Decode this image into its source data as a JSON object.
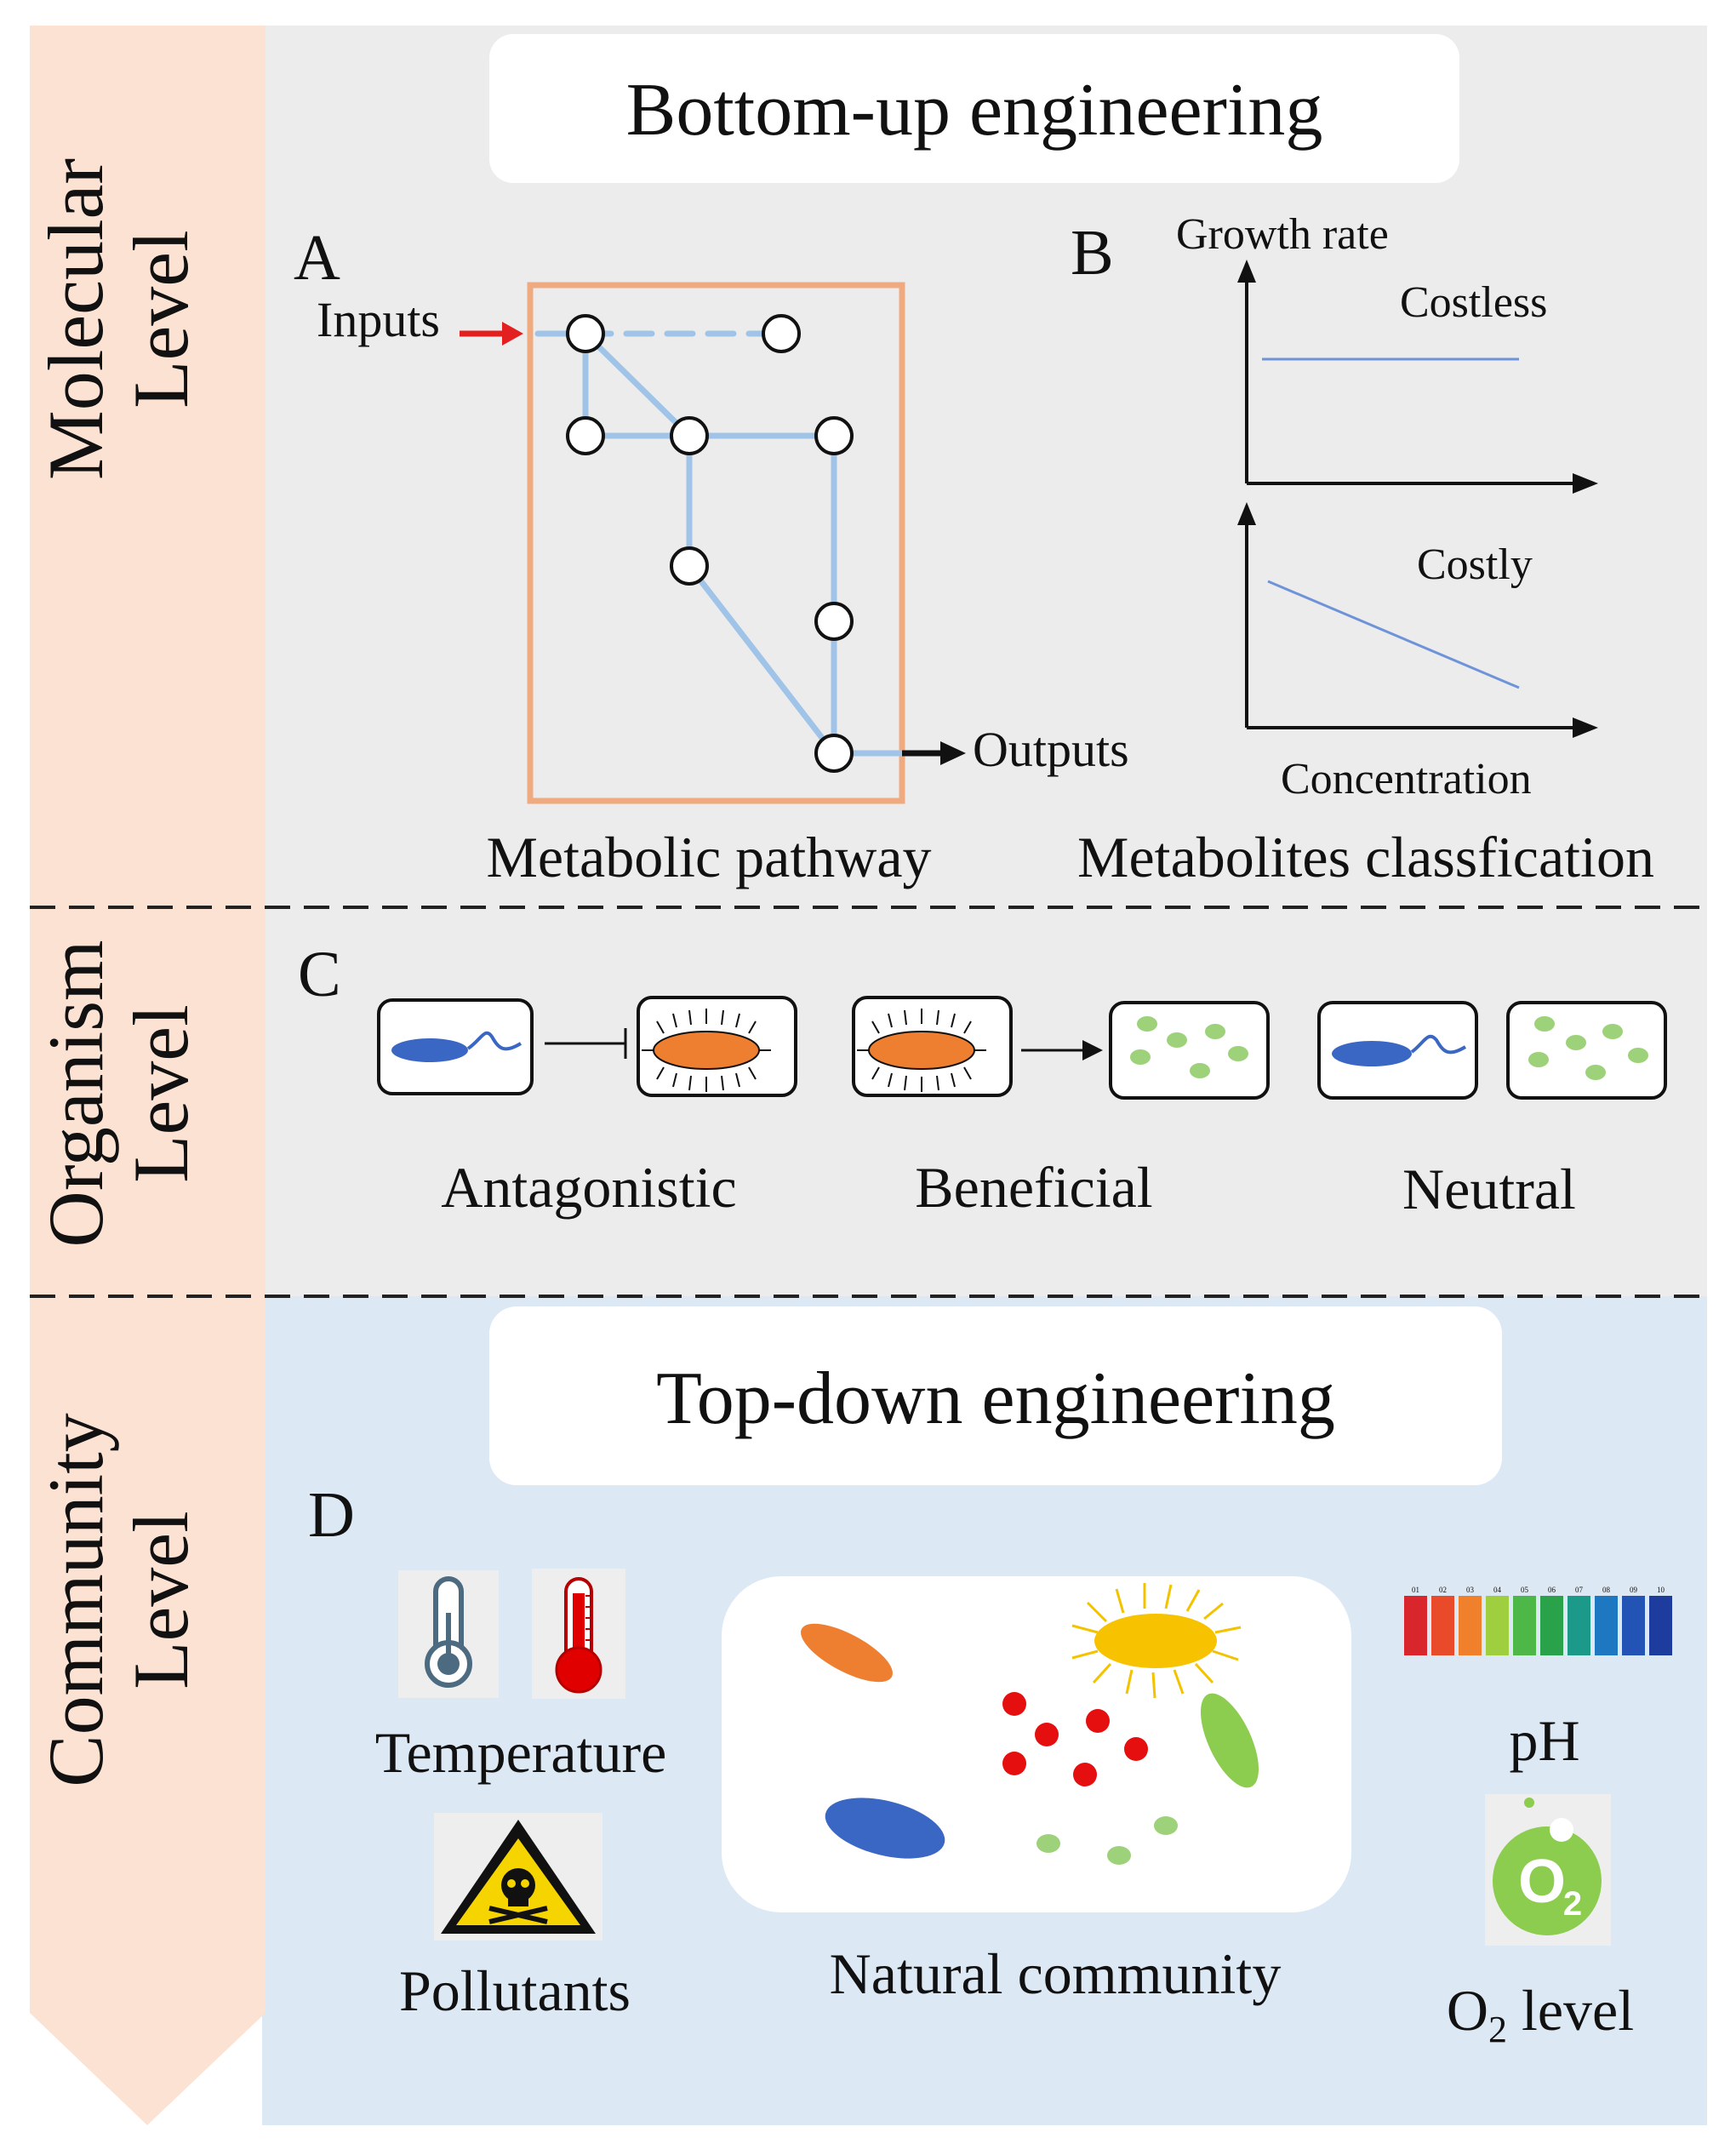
{
  "colors": {
    "left_band": "#fbe2d3",
    "upper_panel": "#ececec",
    "lower_panel": "#dce8f4",
    "pathway_box": "#f0aa80",
    "pathway_edges": "#9fc4e8",
    "inputs_arrow": "#e32020",
    "curve_line": "#6f93d9",
    "bacterium_blue": "#3a67c4",
    "bacterium_orange": "#ee7f31",
    "green_cell": "#9ed27a",
    "red_dot": "#e50f0f",
    "yellow_cell": "#f7c300",
    "leaf_green": "#8ccc4e"
  },
  "levels": {
    "molecular": [
      "Molecular",
      "Level"
    ],
    "organism": [
      "Organism",
      "Level"
    ],
    "community": [
      "Community",
      "Level"
    ]
  },
  "headers": {
    "bottom_up": "Bottom-up engineering",
    "top_down": "Top-down engineering"
  },
  "panel_a": {
    "letter": "A",
    "inputs": "Inputs",
    "outputs": "Outputs",
    "caption": "Metabolic pathway"
  },
  "panel_b": {
    "letter": "B",
    "y_axis_label": "Growth rate",
    "x_axis_label": "Concentration",
    "top_curve_label": "Costless",
    "bottom_curve_label": "Costly",
    "caption": "Metabolites classfication"
  },
  "panel_c": {
    "letter": "C",
    "interactions": [
      "Antagonistic",
      "Beneficial",
      "Neutral"
    ]
  },
  "panel_d": {
    "letter": "D",
    "temperature": "Temperature",
    "pollutants": "Pollutants",
    "community": "Natural community",
    "ph": "pH",
    "o2_prefix": "O",
    "o2_sub": "2",
    "o2_suffix": " level",
    "o2_icon_letter": "O",
    "o2_icon_sub": "2",
    "ph_chart_colors": [
      "#d8262c",
      "#e84a2a",
      "#f0802c",
      "#9fcf3f",
      "#4db848",
      "#2aa24a",
      "#1b9a8a",
      "#1d78c1",
      "#2353b4",
      "#1e3c9e"
    ],
    "ph_chart_labels": [
      "01",
      "02",
      "03",
      "04",
      "05",
      "06",
      "07",
      "08",
      "09",
      "10"
    ]
  }
}
